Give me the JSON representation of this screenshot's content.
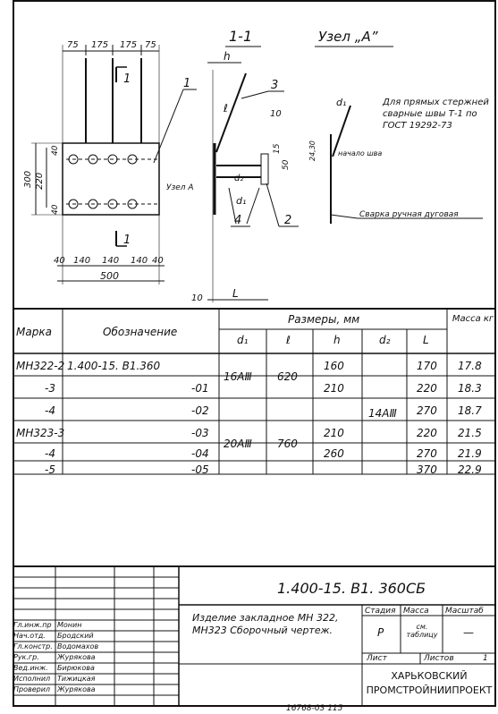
{
  "drawing": {
    "section_label": "1-1",
    "node_label": "Узел „А”",
    "dims_top": [
      "75",
      "175",
      "175",
      "75"
    ],
    "dims_bottom": [
      "40",
      "140",
      "140",
      "140",
      "40"
    ],
    "total_width": "500",
    "height_300": "300",
    "height_220": "220",
    "height_40a": "40",
    "height_40b": "40",
    "cut_mark": "1",
    "leader_1": "1",
    "leader_2": "2",
    "leader_3": "3",
    "leader_4": "4",
    "node_a_ref": "Узел А",
    "dim_h": "h",
    "dim_l_top": "ℓ",
    "dim_l_bottom": "L",
    "dim_10a": "10",
    "dim_10b": "10",
    "dim_15": "15",
    "dim_50": "50",
    "dim_d1": "d₁",
    "dim_d2": "d₂",
    "detail_d1": "d₁",
    "detail_24": "24,30",
    "detail_start": "начало шва",
    "note_weld": "Для прямых стержней сварные швы Т-1 по ГОСТ 19292-73",
    "weld_manual": "Сварка ручная дуговая"
  },
  "table": {
    "headers": {
      "mark": "Марка",
      "designation": "Обозначение",
      "sizes": "Размеры, мм",
      "mass": "Масса кг",
      "d1": "d₁",
      "l": "ℓ",
      "h": "h",
      "d2": "d₂",
      "L": "L"
    },
    "rows": [
      {
        "mark": "МН322-2",
        "designation": "1.400-15. В1.360",
        "d1": "16АⅢ",
        "l": "620",
        "h": "160",
        "d2": "14АⅢ",
        "L": "170",
        "mass": "17.8"
      },
      {
        "mark": "-3",
        "designation": "-01",
        "d1": "",
        "l": "",
        "h": "210",
        "d2": "",
        "L": "220",
        "mass": "18.3"
      },
      {
        "mark": "-4",
        "designation": "-02",
        "d1": "",
        "l": "",
        "h": "",
        "d2": "",
        "L": "270",
        "mass": "18.7"
      },
      {
        "mark": "МН323-3",
        "designation": "-03",
        "d1": "20АⅢ",
        "l": "760",
        "h": "210",
        "d2": "",
        "L": "220",
        "mass": "21.5"
      },
      {
        "mark": "-4",
        "designation": "-04",
        "d1": "",
        "l": "",
        "h": "260",
        "d2": "",
        "L": "270",
        "mass": "21.9"
      },
      {
        "mark": "-5",
        "designation": "-05",
        "d1": "",
        "l": "",
        "h": "",
        "d2": "",
        "L": "370",
        "mass": "22.9"
      }
    ]
  },
  "title_block": {
    "code": "1.400-15. В1. 360СБ",
    "product": "Изделие закладное МН 322, МН323 Сборочный чертеж.",
    "stage_h": "Стадия",
    "mass_h": "Масса",
    "scale_h": "Масштаб",
    "stage": "Р",
    "mass": "см. таблицу",
    "scale": "—",
    "sheet": "Лист",
    "sheets": "Листов",
    "sheets_n": "1",
    "org": "ХАРЬКОВСКИЙ ПРОМСТРОЙНИИПРОЕКТ",
    "people": [
      {
        "role": "Гл.инж.пр",
        "name": "Монин"
      },
      {
        "role": "Нач.отд.",
        "name": "Бродский"
      },
      {
        "role": "Гл.констр.",
        "name": "Водомахов"
      },
      {
        "role": "Рук.гр.",
        "name": "Журякова"
      },
      {
        "role": "Вед.инж.",
        "name": "Бирюкова"
      },
      {
        "role": "Исполнил",
        "name": "Тижицкая"
      },
      {
        "role": "Проверил",
        "name": "Журякова"
      }
    ],
    "footer": "16768-03 115"
  }
}
